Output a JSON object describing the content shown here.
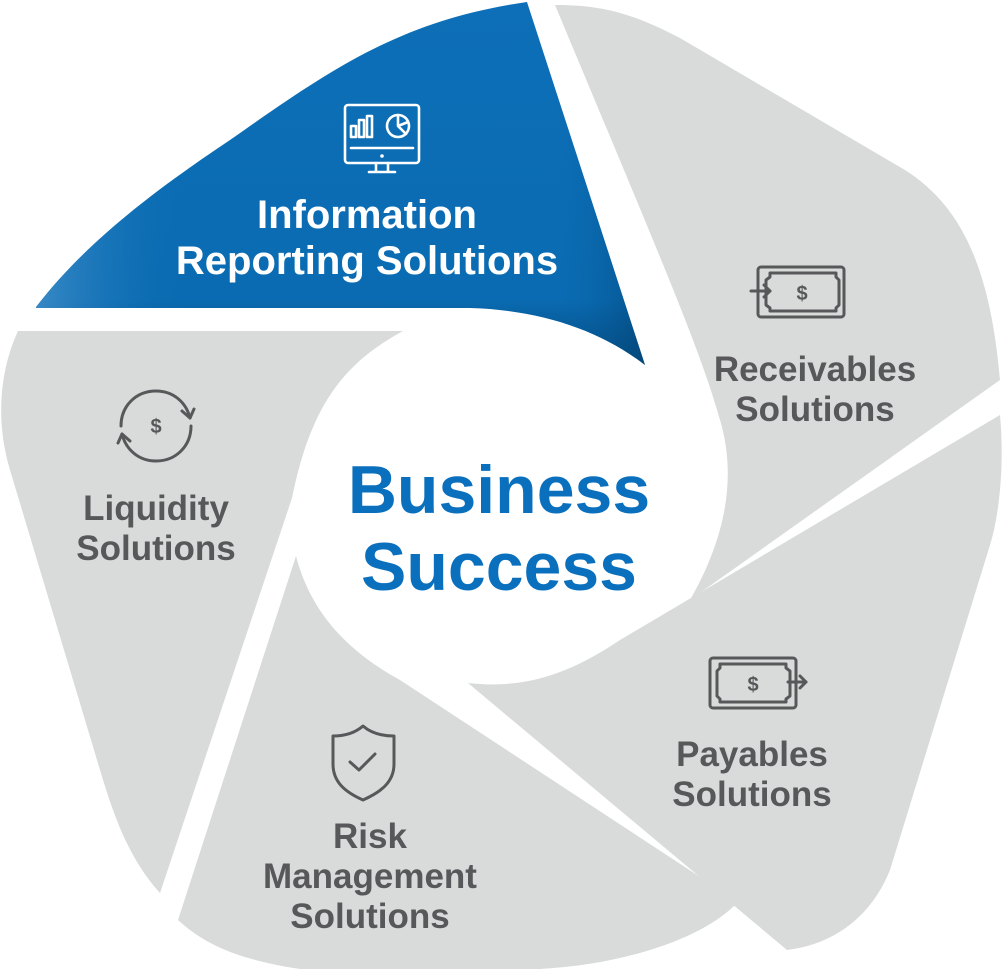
{
  "diagram": {
    "type": "pinwheel",
    "center": {
      "line1": "Business",
      "line2": "Success",
      "color": "#0a70bd"
    },
    "colors": {
      "active_segment": "#0a6fb6",
      "active_segment_dark": "#034a7e",
      "inactive_segment": "#d9dbdb",
      "inactive_text": "#58585a",
      "background": "#ffffff"
    },
    "segments": [
      {
        "id": "information-reporting",
        "active": true,
        "icon": "monitor-chart-icon",
        "lines": [
          "Information",
          "Reporting Solutions"
        ]
      },
      {
        "id": "receivables",
        "active": false,
        "icon": "money-in-icon",
        "lines": [
          "Receivables",
          "Solutions"
        ]
      },
      {
        "id": "payables",
        "active": false,
        "icon": "money-out-icon",
        "lines": [
          "Payables",
          "Solutions"
        ]
      },
      {
        "id": "risk-management",
        "active": false,
        "icon": "shield-check-icon",
        "lines": [
          "Risk",
          "Management",
          "Solutions"
        ]
      },
      {
        "id": "liquidity",
        "active": false,
        "icon": "cycle-dollar-icon",
        "lines": [
          "Liquidity",
          "Solutions"
        ]
      }
    ],
    "icon_glyphs": {
      "dollar": "$"
    }
  }
}
